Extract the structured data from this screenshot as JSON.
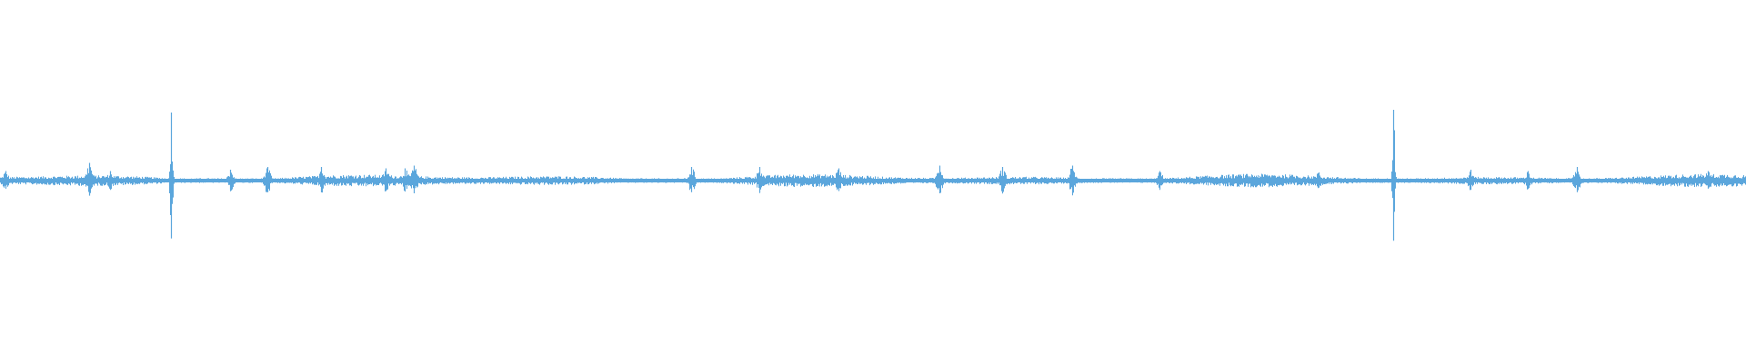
{
  "waveform": {
    "color": "#5ba6dc",
    "background": "#ffffff",
    "baseline_amplitude": 0.05,
    "peaks": [
      {
        "position": 0.003,
        "amplitude": 0.07
      },
      {
        "position": 0.051,
        "amplitude": 0.13
      },
      {
        "position": 0.063,
        "amplitude": 0.07
      },
      {
        "position": 0.098,
        "amplitude": 0.5
      },
      {
        "position": 0.132,
        "amplitude": 0.08
      },
      {
        "position": 0.153,
        "amplitude": 0.1
      },
      {
        "position": 0.184,
        "amplitude": 0.1
      },
      {
        "position": 0.221,
        "amplitude": 0.09
      },
      {
        "position": 0.232,
        "amplitude": 0.09
      },
      {
        "position": 0.237,
        "amplitude": 0.11
      },
      {
        "position": 0.396,
        "amplitude": 0.1
      },
      {
        "position": 0.435,
        "amplitude": 0.1
      },
      {
        "position": 0.48,
        "amplitude": 0.09
      },
      {
        "position": 0.538,
        "amplitude": 0.11
      },
      {
        "position": 0.574,
        "amplitude": 0.1
      },
      {
        "position": 0.614,
        "amplitude": 0.11
      },
      {
        "position": 0.664,
        "amplitude": 0.07
      },
      {
        "position": 0.755,
        "amplitude": 0.06
      },
      {
        "position": 0.798,
        "amplitude": 0.52
      },
      {
        "position": 0.842,
        "amplitude": 0.08
      },
      {
        "position": 0.875,
        "amplitude": 0.07
      },
      {
        "position": 0.903,
        "amplitude": 0.1
      },
      {
        "position": 0.978,
        "amplitude": 0.07
      }
    ]
  }
}
